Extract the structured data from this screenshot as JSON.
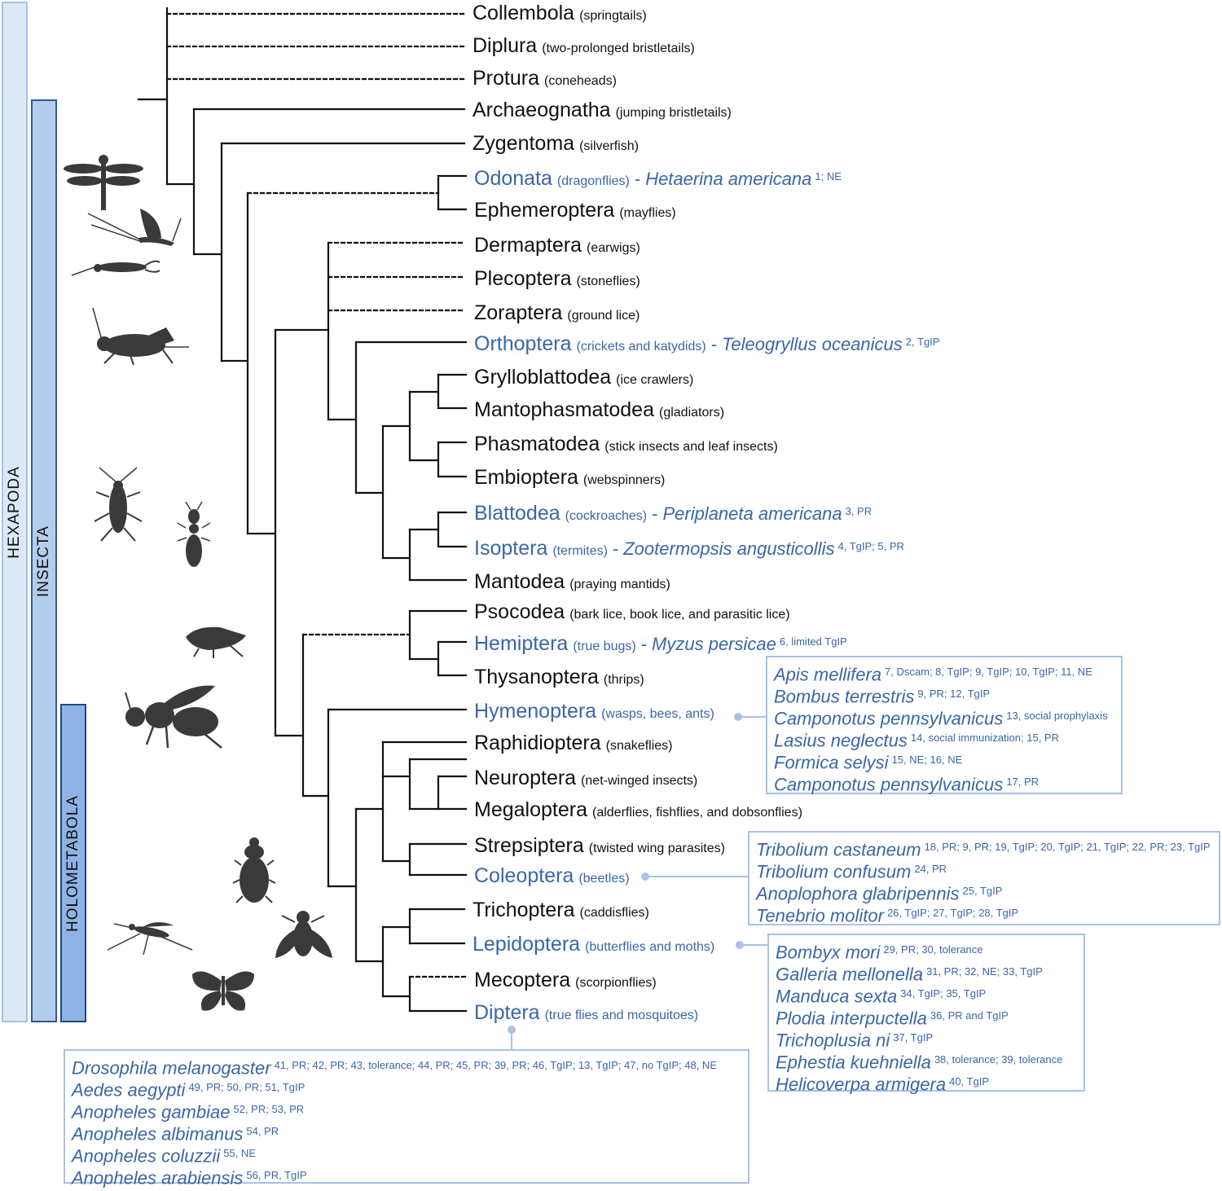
{
  "bars": [
    {
      "id": "hexapoda",
      "label": "HEXAPODA",
      "fill": "#dce8f7",
      "border": "#a9c1ea"
    },
    {
      "id": "insecta",
      "label": "INSECTA",
      "fill": "#b5cdec",
      "border": "#2f5a9c"
    },
    {
      "id": "holometabola",
      "label": "HOLOMETABOLA",
      "fill": "#8fb3e4",
      "border": "#1f4a8a"
    }
  ],
  "colors": {
    "highlight": "#3a66a8",
    "tree": "#111111",
    "silhouette": "#3a3a3a",
    "box_border": "#a9c1ea"
  },
  "taxa": [
    {
      "id": "collembola",
      "name": "Collembola",
      "common": "(springtails)",
      "hl": false
    },
    {
      "id": "diplura",
      "name": "Diplura",
      "common": "(two-prolonged bristletails)",
      "hl": false
    },
    {
      "id": "protura",
      "name": "Protura",
      "common": "(coneheads)",
      "hl": false
    },
    {
      "id": "archaeognatha",
      "name": "Archaeognatha",
      "common": "(jumping bristletails)",
      "hl": false
    },
    {
      "id": "zygentoma",
      "name": "Zygentoma",
      "common": "(silverfish)",
      "hl": false
    },
    {
      "id": "odonata",
      "name": "Odonata",
      "common": "(dragonflies)",
      "hl": true,
      "species": "Hetaerina americana",
      "refs": "1; NE"
    },
    {
      "id": "ephemeroptera",
      "name": "Ephemeroptera",
      "common": "(mayflies)",
      "hl": false
    },
    {
      "id": "dermaptera",
      "name": "Dermaptera",
      "common": "(earwigs)",
      "hl": false
    },
    {
      "id": "plecoptera",
      "name": "Plecoptera",
      "common": "(stoneflies)",
      "hl": false
    },
    {
      "id": "zoraptera",
      "name": "Zoraptera",
      "common": "(ground lice)",
      "hl": false
    },
    {
      "id": "orthoptera",
      "name": "Orthoptera",
      "common": "(crickets and katydids)",
      "hl": true,
      "species": "Teleogryllus oceanicus",
      "refs": "2, TgIP"
    },
    {
      "id": "grylloblattodea",
      "name": "Grylloblattodea",
      "common": "(ice crawlers)",
      "hl": false
    },
    {
      "id": "mantophasmatodea",
      "name": "Mantophasmatodea",
      "common": "(gladiators)",
      "hl": false
    },
    {
      "id": "phasmatodea",
      "name": "Phasmatodea",
      "common": "(stick insects and leaf insects)",
      "hl": false
    },
    {
      "id": "embioptera",
      "name": "Embioptera",
      "common": "(webspinners)",
      "hl": false
    },
    {
      "id": "blattodea",
      "name": "Blattodea",
      "common": "(cockroaches)",
      "hl": true,
      "species": "Periplaneta americana",
      "refs": "3, PR"
    },
    {
      "id": "isoptera",
      "name": "Isoptera",
      "common": "(termites)",
      "hl": true,
      "species": "Zootermopsis angusticollis",
      "refs": "4, TgIP; 5, PR"
    },
    {
      "id": "mantodea",
      "name": "Mantodea",
      "common": "(praying mantids)",
      "hl": false
    },
    {
      "id": "psocodea",
      "name": "Psocodea",
      "common": "(bark lice, book lice, and parasitic lice)",
      "hl": false
    },
    {
      "id": "hemiptera",
      "name": "Hemiptera",
      "common": "(true bugs)",
      "hl": true,
      "species": "Myzus persicae",
      "refs": "6, limited TgIP"
    },
    {
      "id": "thysanoptera",
      "name": "Thysanoptera",
      "common": "(thrips)",
      "hl": false
    },
    {
      "id": "hymenoptera",
      "name": "Hymenoptera",
      "common": "(wasps, bees, ants)",
      "hl": true
    },
    {
      "id": "raphidioptera",
      "name": "Raphidioptera",
      "common": "(snakeflies)",
      "hl": false
    },
    {
      "id": "neuroptera",
      "name": "Neuroptera",
      "common": "(net-winged insects)",
      "hl": false
    },
    {
      "id": "megaloptera",
      "name": "Megaloptera",
      "common": "(alderflies, fishflies, and dobsonflies)",
      "hl": false
    },
    {
      "id": "strepsiptera",
      "name": "Strepsiptera",
      "common": "(twisted wing parasites)",
      "hl": false
    },
    {
      "id": "coleoptera",
      "name": "Coleoptera",
      "common": "(beetles)",
      "hl": true
    },
    {
      "id": "trichoptera",
      "name": "Trichoptera",
      "common": "(caddisflies)",
      "hl": false
    },
    {
      "id": "lepidoptera",
      "name": "Lepidoptera",
      "common": "(butterflies and moths)",
      "hl": true
    },
    {
      "id": "mecoptera",
      "name": "Mecoptera",
      "common": "(scorpionflies)",
      "hl": false
    },
    {
      "id": "diptera",
      "name": "Diptera",
      "common": "(true flies and mosquitoes)",
      "hl": true
    }
  ],
  "boxes": [
    {
      "id": "hymenoptera",
      "rows": [
        {
          "sp": "Apis mellifera",
          "ref": "7, Dscam; 8, TgIP; 9, TgIP; 10, TgIP; 11,  NE"
        },
        {
          "sp": "Bombus terrestris",
          "ref": "9, PR;  12, TgIP"
        },
        {
          "sp": "Camponotus pennsylvanicus",
          "ref": "13,  social prophylaxis"
        },
        {
          "sp": "Lasius neglectus",
          "ref": "14, social immunization; 15, PR"
        },
        {
          "sp": "Formica selysi",
          "ref": "15, NE; 16, NE"
        },
        {
          "sp": "Camponotus pennsylvanicus",
          "ref": "17, PR"
        }
      ]
    },
    {
      "id": "coleoptera",
      "rows": [
        {
          "sp": "Tribolium castaneum",
          "ref": "18, PR; 9, PR; 19, TgIP; 20, TgIP; 21, TgIP; 22, PR; 23, TgIP"
        },
        {
          "sp": "Tribolium confusum",
          "ref": "24, PR"
        },
        {
          "sp": "Anoplophora glabripennis",
          "ref": "25, TgIP"
        },
        {
          "sp": "Tenebrio molitor",
          "ref": "26, TgIP; 27, TgIP; 28, TgIP"
        }
      ]
    },
    {
      "id": "lepidoptera",
      "rows": [
        {
          "sp": "Bombyx mori",
          "ref": "29, PR; 30, tolerance"
        },
        {
          "sp": "Galleria mellonella",
          "ref": "31, PR; 32, NE; 33, TgIP"
        },
        {
          "sp": "Manduca sexta",
          "ref": "34, TgIP; 35, TgIP"
        },
        {
          "sp": "Plodia interpuctella",
          "ref": "36, PR and TgIP"
        },
        {
          "sp": "Trichoplusia ni",
          "ref": "37, TgIP"
        },
        {
          "sp": "Ephestia kuehniella",
          "ref": "38, tolerance; 39, tolerance"
        },
        {
          "sp": "Helicoverpa armigera",
          "ref": "40, TgIP"
        }
      ]
    },
    {
      "id": "diptera",
      "rows": [
        {
          "sp": "Drosophila melanogaster",
          "ref": "41, PR; 42, PR; 43, tolerance; 44, PR; 45, PR; 39, PR; 46, TgIP; 13, TgIP; 47, no TgIP; 48, NE"
        },
        {
          "sp": "Aedes aegypti",
          "ref": "49, PR; 50, PR; 51, TgIP"
        },
        {
          "sp": "Anopheles gambiae",
          "ref": "52, PR; 53, PR"
        },
        {
          "sp": "Anopheles albimanus",
          "ref": "54, PR"
        },
        {
          "sp": "Anopheles coluzzii",
          "ref": "55, NE"
        },
        {
          "sp": "Anopheles arabiensis",
          "ref": "56, PR, TgIP"
        }
      ]
    }
  ],
  "silhouettes": [
    "dragonfly-icon",
    "mayfly-icon",
    "earwig-icon",
    "cricket-icon",
    "cockroach-icon",
    "termite-icon",
    "leafhopper-icon",
    "wasp-icon",
    "beetle-icon",
    "mosquito-icon",
    "fly-icon",
    "butterfly-icon"
  ]
}
